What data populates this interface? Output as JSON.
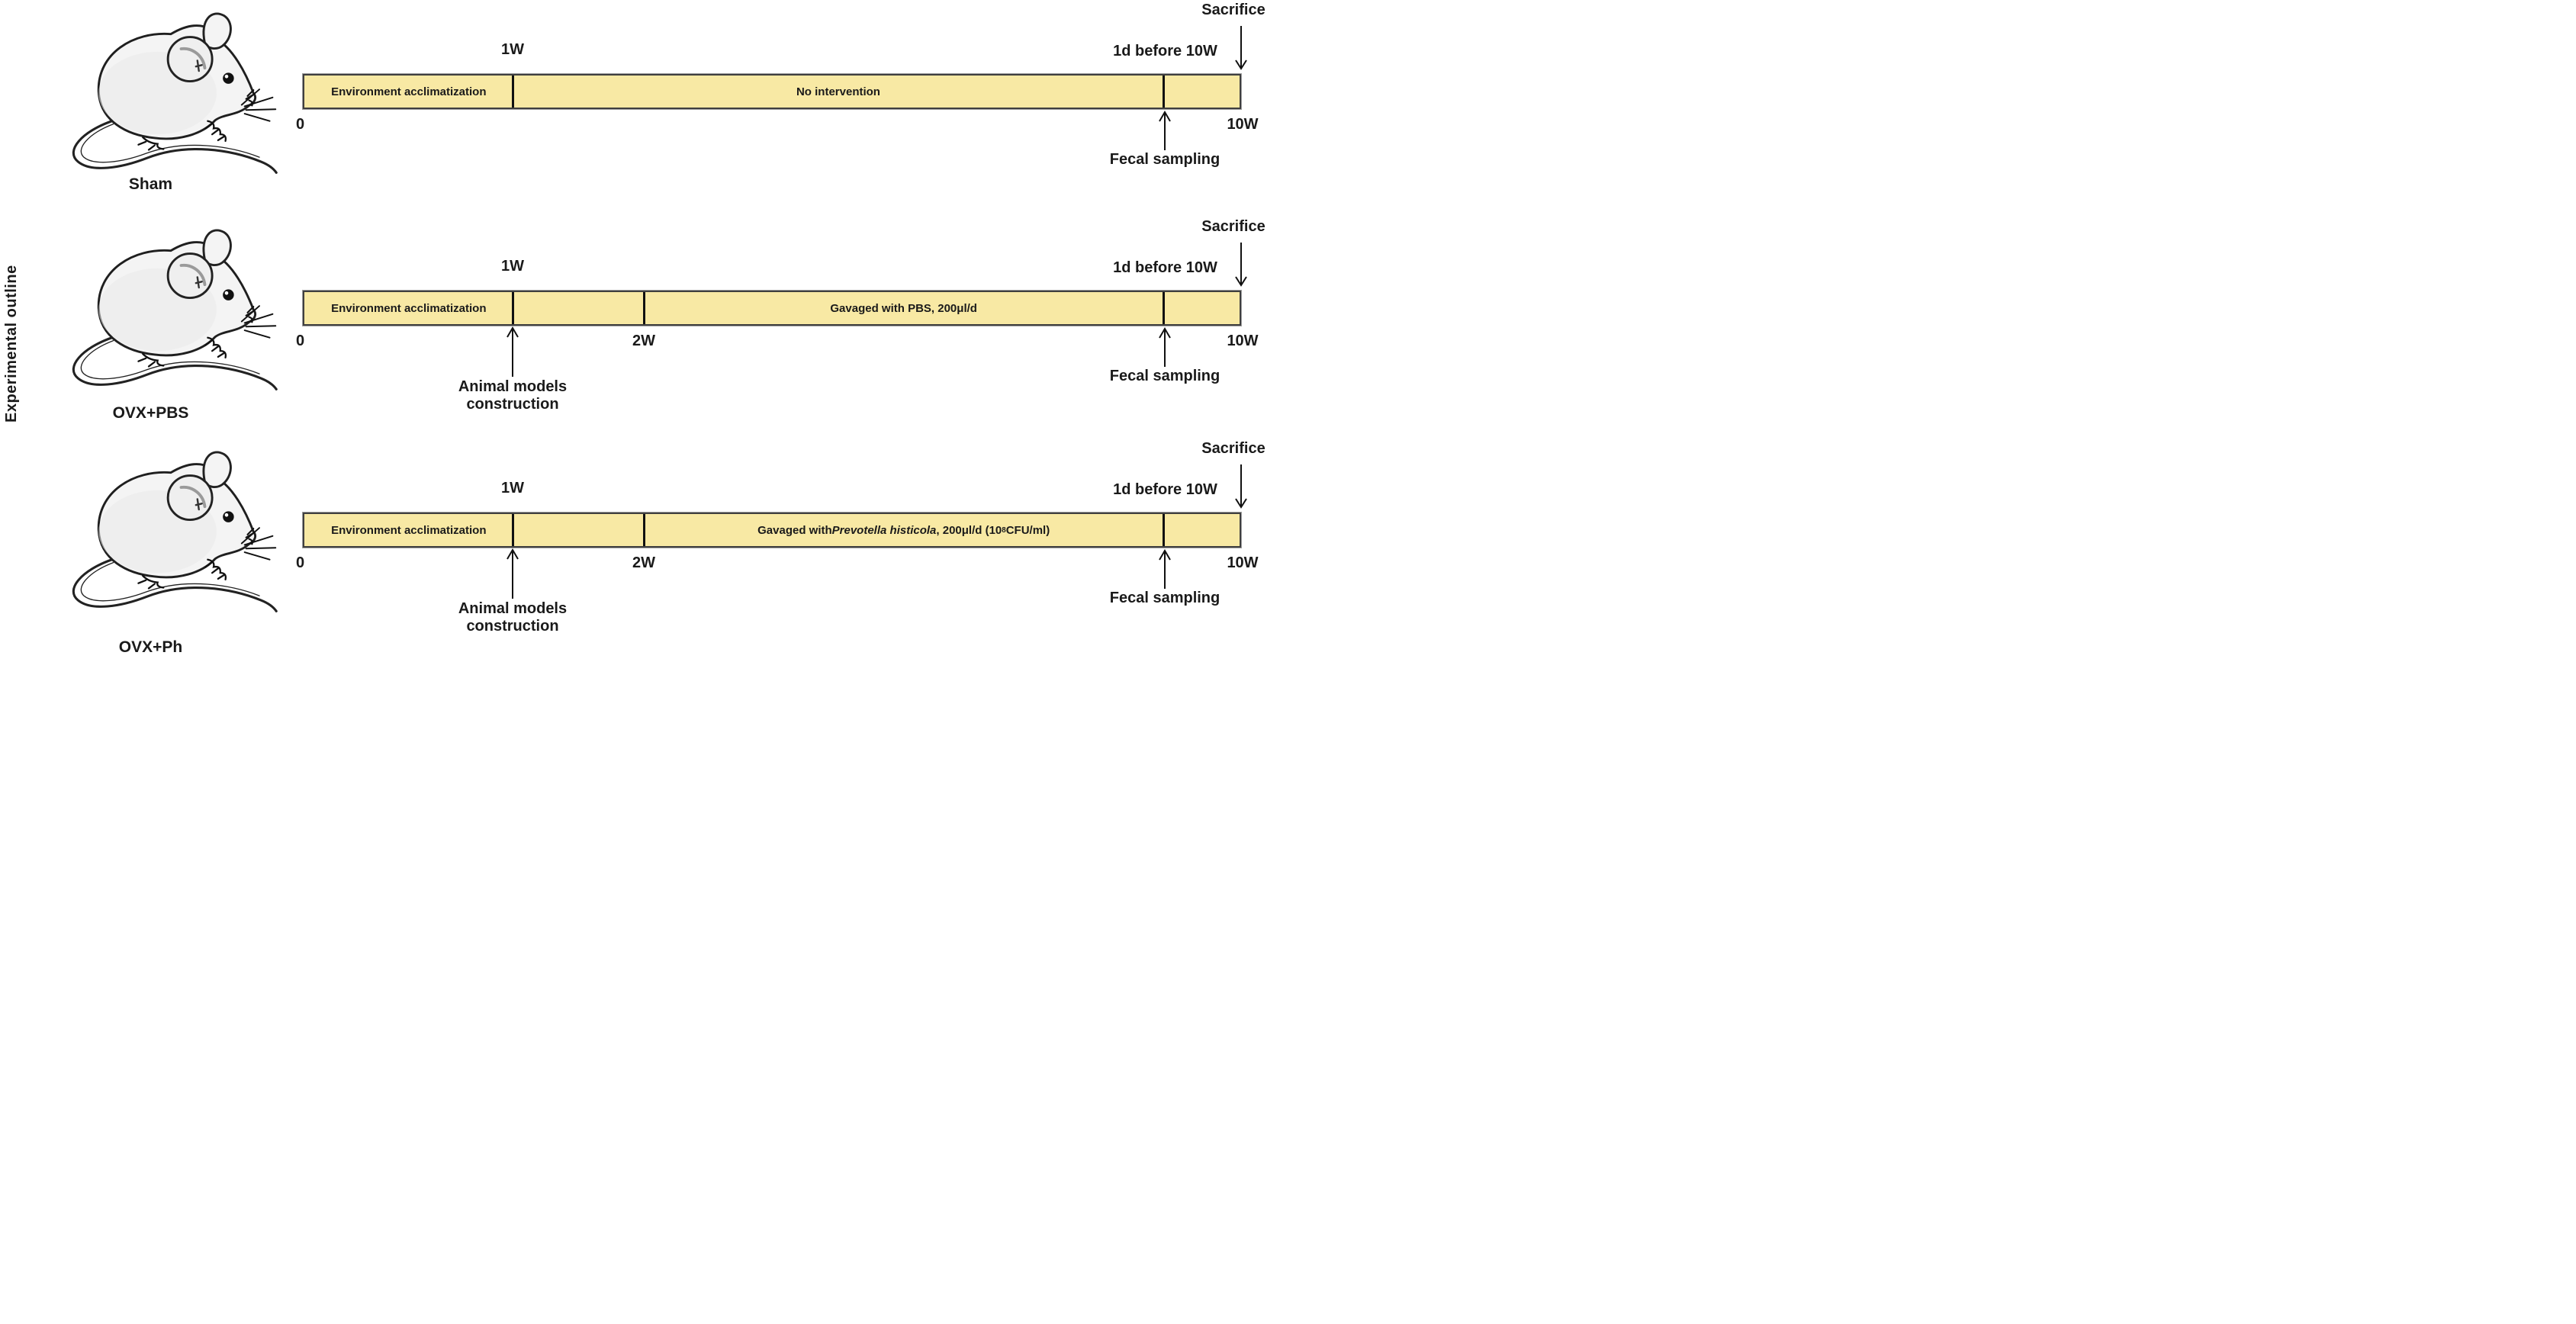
{
  "page": {
    "outline_label": "Experimental outline"
  },
  "colors": {
    "bar_fill": "#F8E9A4",
    "bar_border": "#3F3F3F",
    "separator": "#111111",
    "text": "#1A1A1A",
    "mouse_body": "#F4F4F4",
    "mouse_outline": "#222222"
  },
  "groups": [
    {
      "name": "Sham",
      "phase1": "Environment acclimatization",
      "phase_main_pre": "No intervention",
      "phase_main_italic": "",
      "phase_main_mid": "",
      "phase_main_sup": "",
      "phase_main_post": "",
      "tick_start": "0",
      "tick_week1": "1W",
      "tick_week2": "",
      "tick_end": "10W",
      "sacrifice": "Sacrifice",
      "before_sacrifice": "1d before 10W",
      "fecal": "Fecal sampling",
      "construction_line1": "",
      "construction_line2": ""
    },
    {
      "name": "OVX+PBS",
      "phase1": "Environment acclimatization",
      "phase_main_pre": "Gavaged with PBS, 200μl/d",
      "phase_main_italic": "",
      "phase_main_mid": "",
      "phase_main_sup": "",
      "phase_main_post": "",
      "tick_start": "0",
      "tick_week1": "1W",
      "tick_week2": "2W",
      "tick_end": "10W",
      "sacrifice": "Sacrifice",
      "before_sacrifice": "1d before 10W",
      "fecal": "Fecal sampling",
      "construction_line1": "Animal models",
      "construction_line2": "construction"
    },
    {
      "name": "OVX+Ph",
      "phase1": "Environment acclimatization",
      "phase_main_pre": "Gavaged with ",
      "phase_main_italic": "Prevotella histicola",
      "phase_main_mid": ", 200μl/d (10",
      "phase_main_sup": "8",
      "phase_main_post": "CFU/ml)",
      "tick_start": "0",
      "tick_week1": "1W",
      "tick_week2": "2W",
      "tick_end": "10W",
      "sacrifice": "Sacrifice",
      "before_sacrifice": "1d before 10W",
      "fecal": "Fecal sampling",
      "construction_line1": "Animal models",
      "construction_line2": "construction"
    }
  ]
}
